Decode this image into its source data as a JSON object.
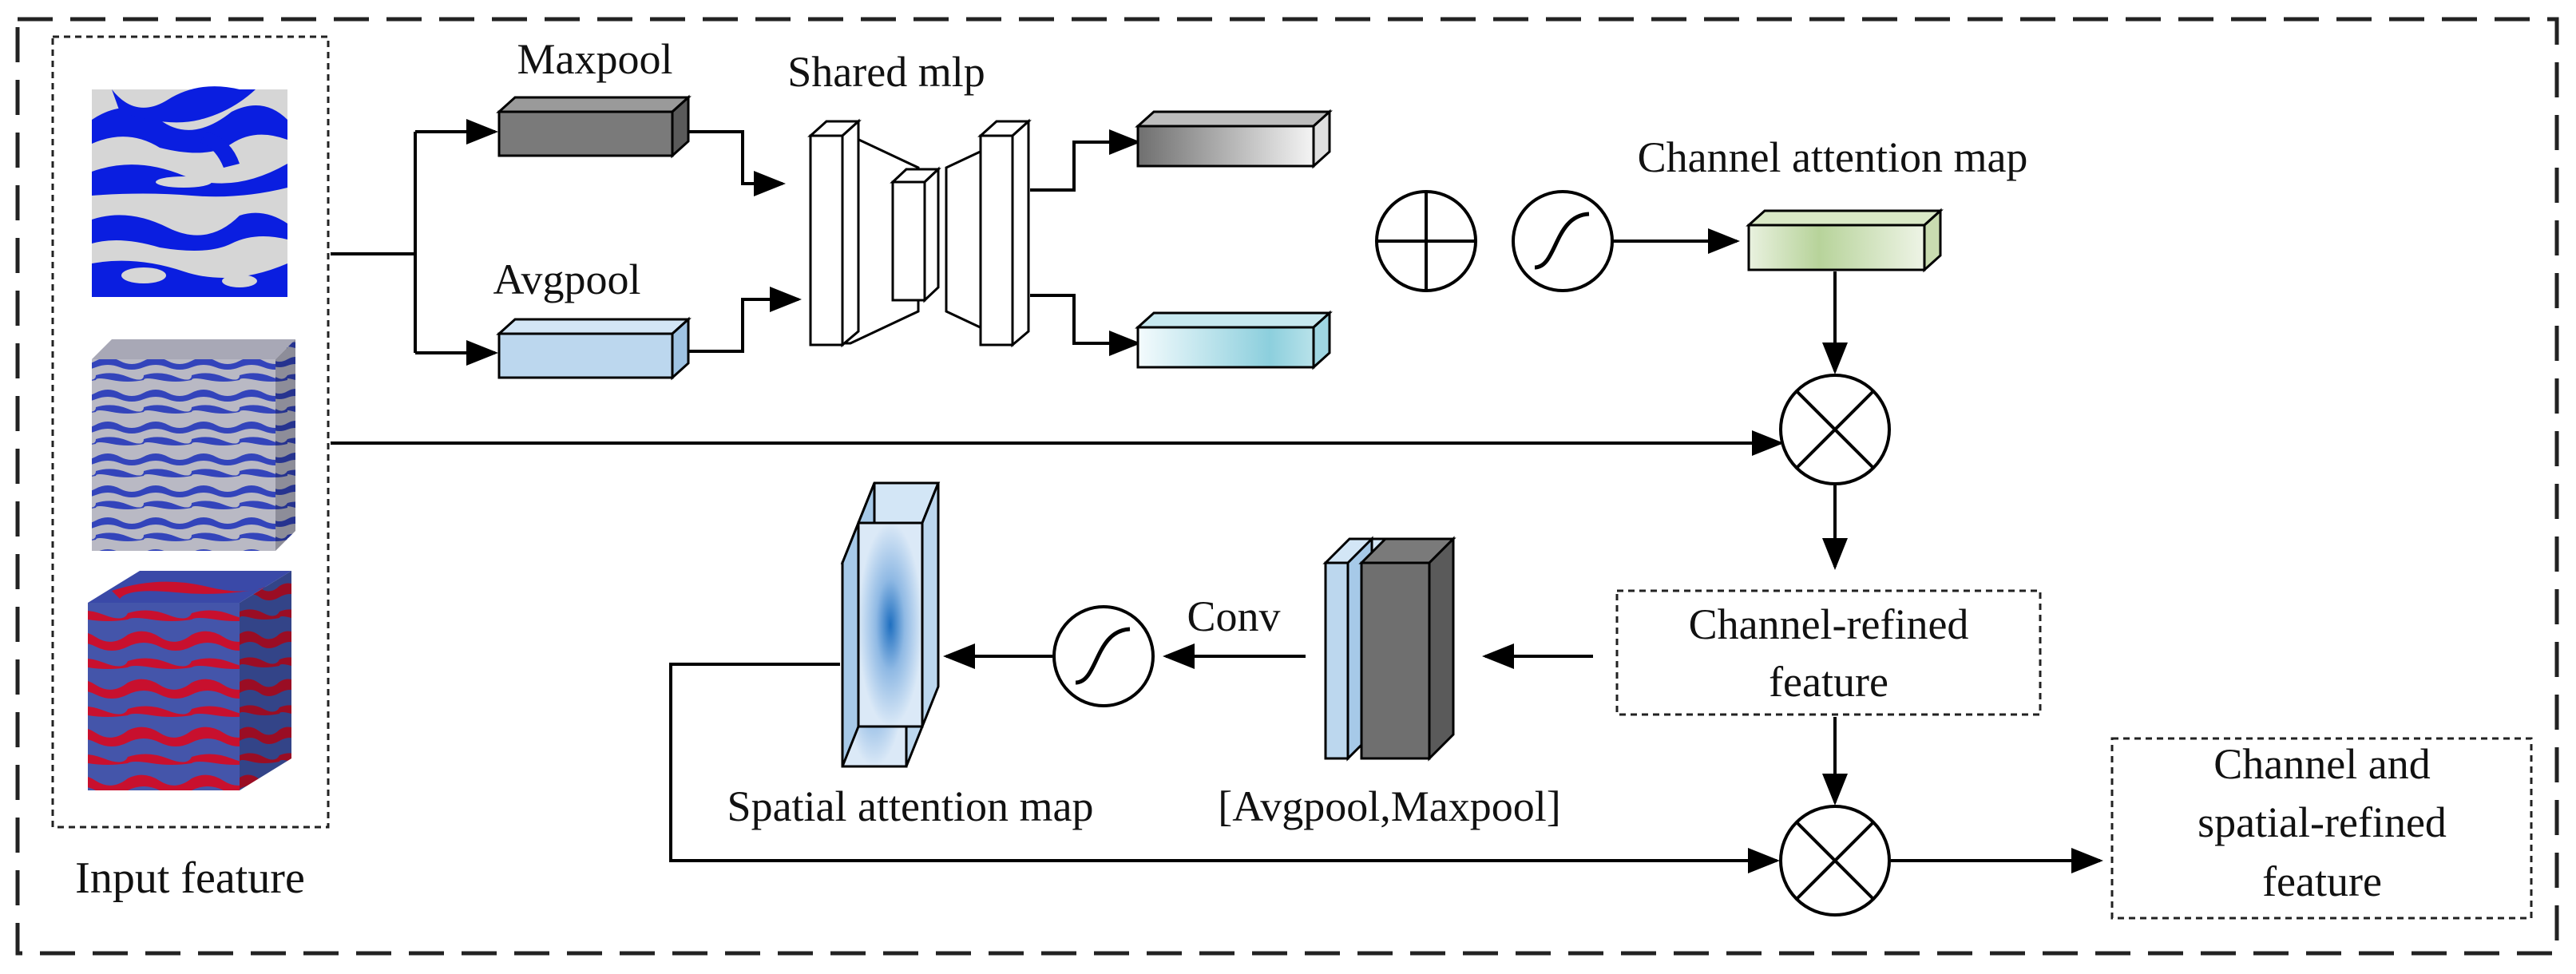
{
  "labels": {
    "input_feature": "Input feature",
    "maxpool": "Maxpool",
    "avgpool": "Avgpool",
    "shared_mlp": "Shared mlp",
    "channel_attention_map": "Channel attention map",
    "channel_refined_line1": "Channel-refined",
    "channel_refined_line2": "feature",
    "conv": "Conv",
    "spatial_attention_map": "Spatial attention map",
    "avg_max_pool": "[Avgpool,Maxpool]",
    "output_line1": "Channel and",
    "output_line2": "spatial-refined",
    "output_line3": "feature"
  },
  "colors": {
    "maxpool_fill": "#7a7a7a",
    "avgpool_fill": "#bcd7ee",
    "mlp_out_top": "#6f6f6f",
    "mlp_out_bottom": "#8ccfdd",
    "channel_attention": "#b7d39a",
    "spatial_map_center": "#1f6fc0",
    "micro_blue": "#0a1ee0",
    "cube_top_blue": "#3344bb",
    "cube_top_red": "#c8102e"
  },
  "icons": {
    "sum": "circle-plus-icon",
    "multiply": "circle-times-icon",
    "sigmoid": "sigmoid-icon"
  }
}
